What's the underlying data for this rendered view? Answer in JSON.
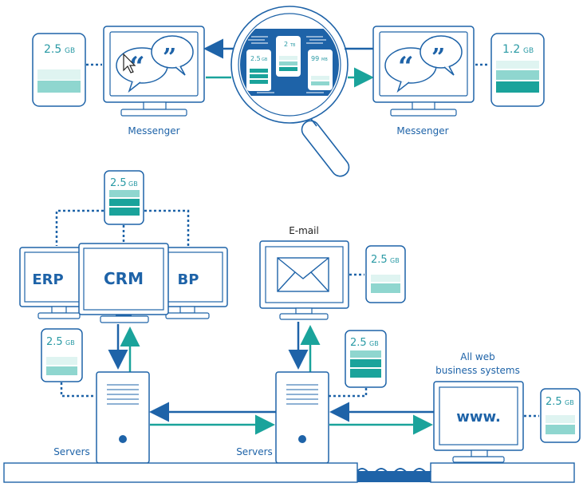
{
  "colors": {
    "blue": "#1e63a8",
    "teal": "#1aa39b",
    "teal_light": "#8fd6cf",
    "teal_pale": "#dff4f1",
    "white": "#ffffff"
  },
  "top": {
    "left_messenger": {
      "label": "Messenger",
      "storage_value": "2.5",
      "storage_unit": "GB",
      "fill_level": 0.35
    },
    "right_messenger": {
      "label": "Messenger",
      "storage_value": "1.2",
      "storage_unit": "GB",
      "fill_level": 0.65
    },
    "magnifier": {
      "card_left": {
        "value": "2.5",
        "unit": "GB"
      },
      "card_mid": {
        "value": "2",
        "unit": "TB"
      },
      "card_right": {
        "value": "99",
        "unit": "MB"
      }
    }
  },
  "bottom": {
    "erp_label": "ERP",
    "crm_label": "CRM",
    "bp_label": "BP",
    "crm_storage": {
      "value": "2.5",
      "unit": "GB"
    },
    "erp_storage": {
      "value": "2.5",
      "unit": "GB"
    },
    "email_label": "E-mail",
    "email_storage": {
      "value": "2.5",
      "unit": "GB"
    },
    "server_mid_storage": {
      "value": "2.5",
      "unit": "GB"
    },
    "web_label_line1": "All web",
    "web_label_line2": "business systems",
    "web_screen_text": "www.",
    "web_storage": {
      "value": "2.5",
      "unit": "GB"
    },
    "servers_left_label": "Servers",
    "servers_mid_label": "Servers"
  },
  "icons": [
    "quote-bubble-icon",
    "cursor-icon",
    "magnifier-icon",
    "envelope-icon",
    "server-icon",
    "monitor-icon",
    "storage-icon"
  ]
}
